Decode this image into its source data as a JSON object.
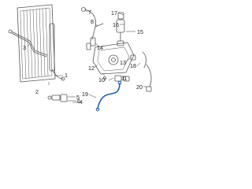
{
  "callouts": {
    "c1": "1",
    "c2": "2",
    "c3": "3",
    "c4": "4",
    "c5": "5",
    "c6": "6",
    "c7": "7",
    "c8": "8",
    "c9": "9",
    "c10": "10",
    "c11": "11",
    "c12": "12",
    "c13": "13",
    "c14": "14",
    "c15": "15",
    "c16": "16",
    "c17": "17",
    "c18": "18",
    "c19": "19",
    "c20": "20"
  },
  "colors": {
    "line": "#555555",
    "highlight": "#1f5fa8",
    "text": "#222222",
    "background": "#ffffff"
  }
}
